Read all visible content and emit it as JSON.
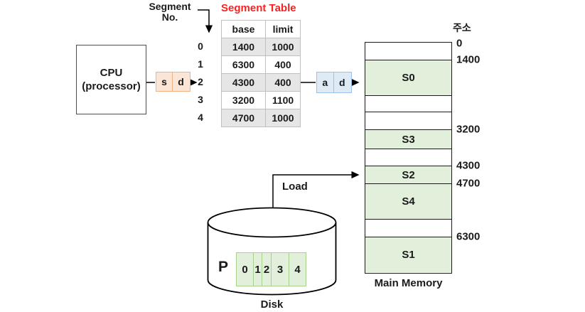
{
  "segment_no_label": {
    "line1": "Segment",
    "line2": "No."
  },
  "cpu": {
    "line1": "CPU",
    "line2": "(processor)"
  },
  "logical_address_register": {
    "cells": [
      "s",
      "d"
    ]
  },
  "physical_address_register": {
    "cells": [
      "a",
      "d"
    ]
  },
  "segment_table": {
    "title": "Segment Table",
    "columns": [
      "base",
      "limit"
    ],
    "row_numbers": [
      "0",
      "1",
      "2",
      "3",
      "4"
    ],
    "rows": [
      [
        "1400",
        "1000"
      ],
      [
        "6300",
        "400"
      ],
      [
        "4300",
        "400"
      ],
      [
        "3200",
        "1100"
      ],
      [
        "4700",
        "1000"
      ]
    ]
  },
  "memory": {
    "address_header": "주소",
    "caption": "Main Memory",
    "rows": [
      {
        "label": "",
        "type": "empty",
        "height": 25,
        "address": "0"
      },
      {
        "label": "S0",
        "type": "segment",
        "height": 50,
        "address": "1400"
      },
      {
        "label": "",
        "type": "empty",
        "height": 23,
        "address": ""
      },
      {
        "label": "",
        "type": "empty",
        "height": 25,
        "address": ""
      },
      {
        "label": "S3",
        "type": "segment",
        "height": 27,
        "address": "3200"
      },
      {
        "label": "",
        "type": "empty",
        "height": 24,
        "address": ""
      },
      {
        "label": "S2",
        "type": "segment",
        "height": 25,
        "address": "4300"
      },
      {
        "label": "S4",
        "type": "segment",
        "height": 50,
        "address": "4700"
      },
      {
        "label": "",
        "type": "empty",
        "height": 25,
        "address": ""
      },
      {
        "label": "S1",
        "type": "segment",
        "height": 49,
        "address": "6300"
      }
    ]
  },
  "disk": {
    "caption": "Disk",
    "process_label": "P",
    "cells": [
      "0",
      "1",
      "2",
      "3",
      "4"
    ],
    "load_label": "Load"
  },
  "colors": {
    "title_red": "#fb2121",
    "orange_border": "#f4b183",
    "orange_fill": "#fbe5d6",
    "blue_border": "#9dc3e6",
    "blue_fill": "#deebf7",
    "green_fill": "#e2efda",
    "green_border": "#a9d18e",
    "gray_row": "#e7e6e6"
  }
}
